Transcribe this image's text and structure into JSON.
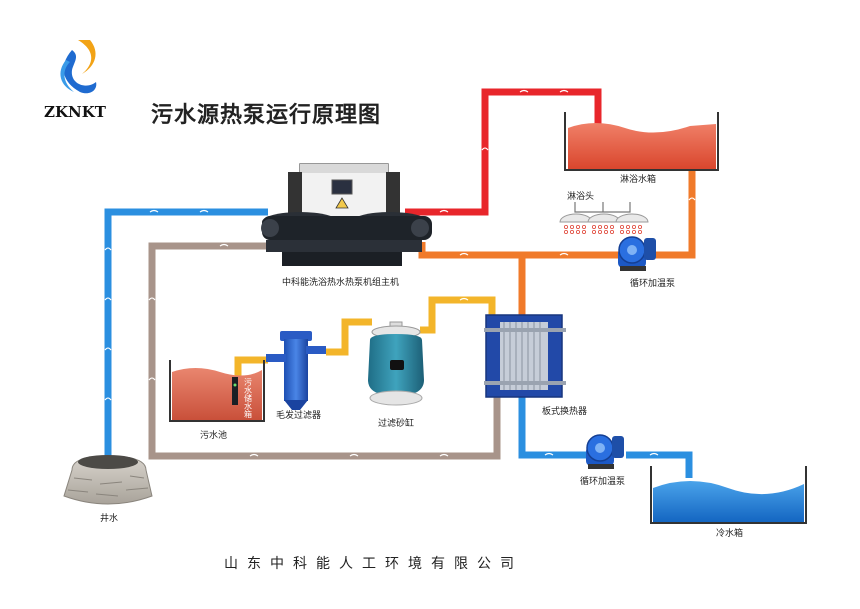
{
  "brand": {
    "logo_text": "ZKNKT"
  },
  "title": "污水源热泵运行原理图",
  "labels": {
    "main_unit": "中科能洗浴热水热泵机组主机",
    "shower_tank": "淋浴水箱",
    "shower_head": "淋浴头",
    "pump_hot": "循环加温泵",
    "plate_hx": "板式换热器",
    "sewage_pool": "污水池",
    "hair_filter": "毛发过滤器",
    "sand_filter": "过滤砂缸",
    "well": "井水",
    "pump_cold": "循环加温泵",
    "cold_tank": "冷水箱",
    "pool_side_label": "污水储水箱"
  },
  "footer": "山东中科能人工环境有限公司",
  "colors": {
    "hot_pipe": "#e8262b",
    "warm_pipe": "#f07a2a",
    "cold_pipe": "#2b8fe0",
    "return_pipe": "#a8948a",
    "yellow_pipe": "#f3b52a",
    "hot_water": "#e4604a",
    "cold_water": "#1f7fd6"
  }
}
